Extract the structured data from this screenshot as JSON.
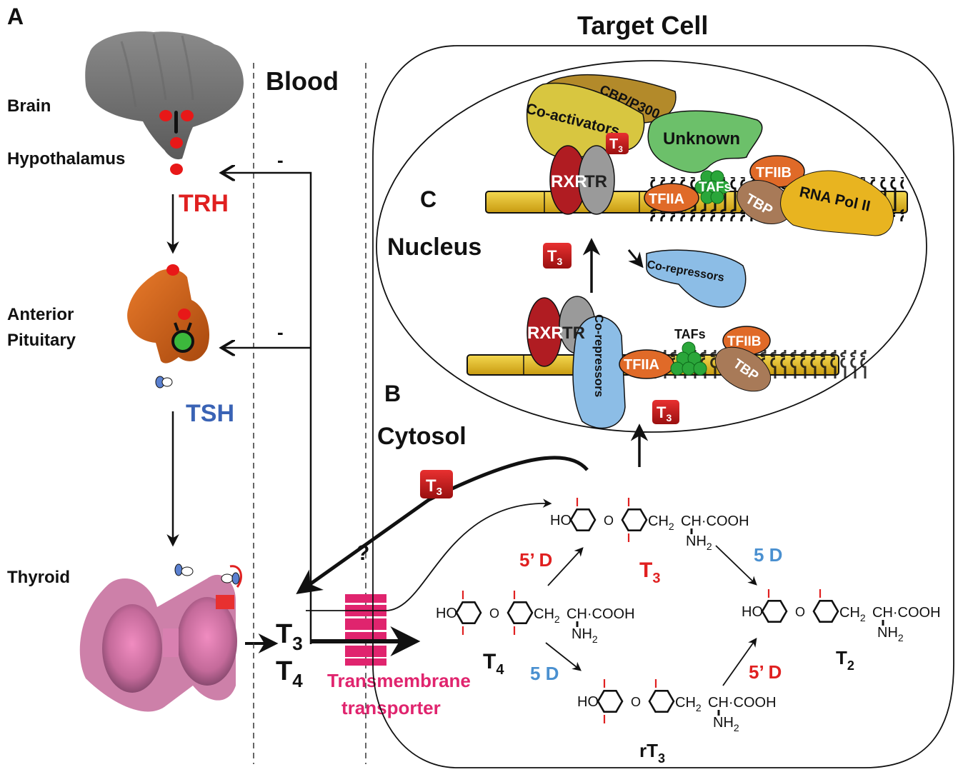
{
  "panels": {
    "a_label": "A",
    "b_label": "B",
    "c_label": "C"
  },
  "regions": {
    "blood": "Blood",
    "target_cell": "Target Cell",
    "nucleus": "Nucleus",
    "cytosol": "Cytosol"
  },
  "organs": {
    "brain": "Brain",
    "hypothalamus": "Hypothalamus",
    "anterior_pituitary_line1": "Anterior",
    "anterior_pituitary_line2": "Pituitary",
    "thyroid": "Thyroid"
  },
  "hormones": {
    "trh": "TRH",
    "tsh": "TSH",
    "t3_base": "T",
    "t3_sub": "3",
    "t4_base": "T",
    "t4_sub": "4",
    "t2_base": "T",
    "t2_sub": "2",
    "rt3_base": "rT",
    "rt3_sub": "3"
  },
  "feedback": {
    "neg1": "-",
    "neg2": "-"
  },
  "transporter": {
    "question": "?",
    "line1": "Transmembrane",
    "line2": "transporter"
  },
  "deiodinases": {
    "d5prime_a": "5’ D",
    "d5_a": "5 D",
    "d5_b": "5 D",
    "d5prime_b": "5’ D"
  },
  "chemistry": {
    "ho": "HO",
    "ch2": "CH",
    "ch2_sub": "2",
    "ch_cooh": "CH·COOH",
    "nh2": "NH",
    "nh2_sub": "2",
    "iodine": "I"
  },
  "active_complex": {
    "coactivators": "Co-activators",
    "cbp": "CBP/P300",
    "unknown": "Unknown",
    "rxr": "RXR",
    "tr": "TR",
    "tfiia": "TFIIA",
    "tafs": "TAFs",
    "tfiib": "TFIIB",
    "tbp": "TBP",
    "rna_pol": "RNA Pol II"
  },
  "repressed_complex": {
    "rxr": "RXR",
    "tr": "TR",
    "corepressors_bound": "Co-repressors",
    "corepressors_free": "Co-repressors",
    "tfiia": "TFIIA",
    "tafs": "TAFs",
    "tfiib": "TFIIB",
    "tbp": "TBP"
  },
  "colors": {
    "trh": "#e02020",
    "tsh": "#3a63b5",
    "transporter": "#e0246e",
    "d5prime": "#e02020",
    "d5": "#4a90d0",
    "t3_badge": "#c81a1a",
    "rxr": "#b01c22",
    "tr": "#9a9a9a",
    "coactivators": "#d8c640",
    "cbp": "#b38a2a",
    "unknown": "#6cc06a",
    "tf_orange": "#e06a28",
    "tbp": "#a87a58",
    "rna_pol": "#e8b420",
    "corepressor": "#8cbde6",
    "tafs": "#2aa63a",
    "dna": "#e8c020"
  }
}
